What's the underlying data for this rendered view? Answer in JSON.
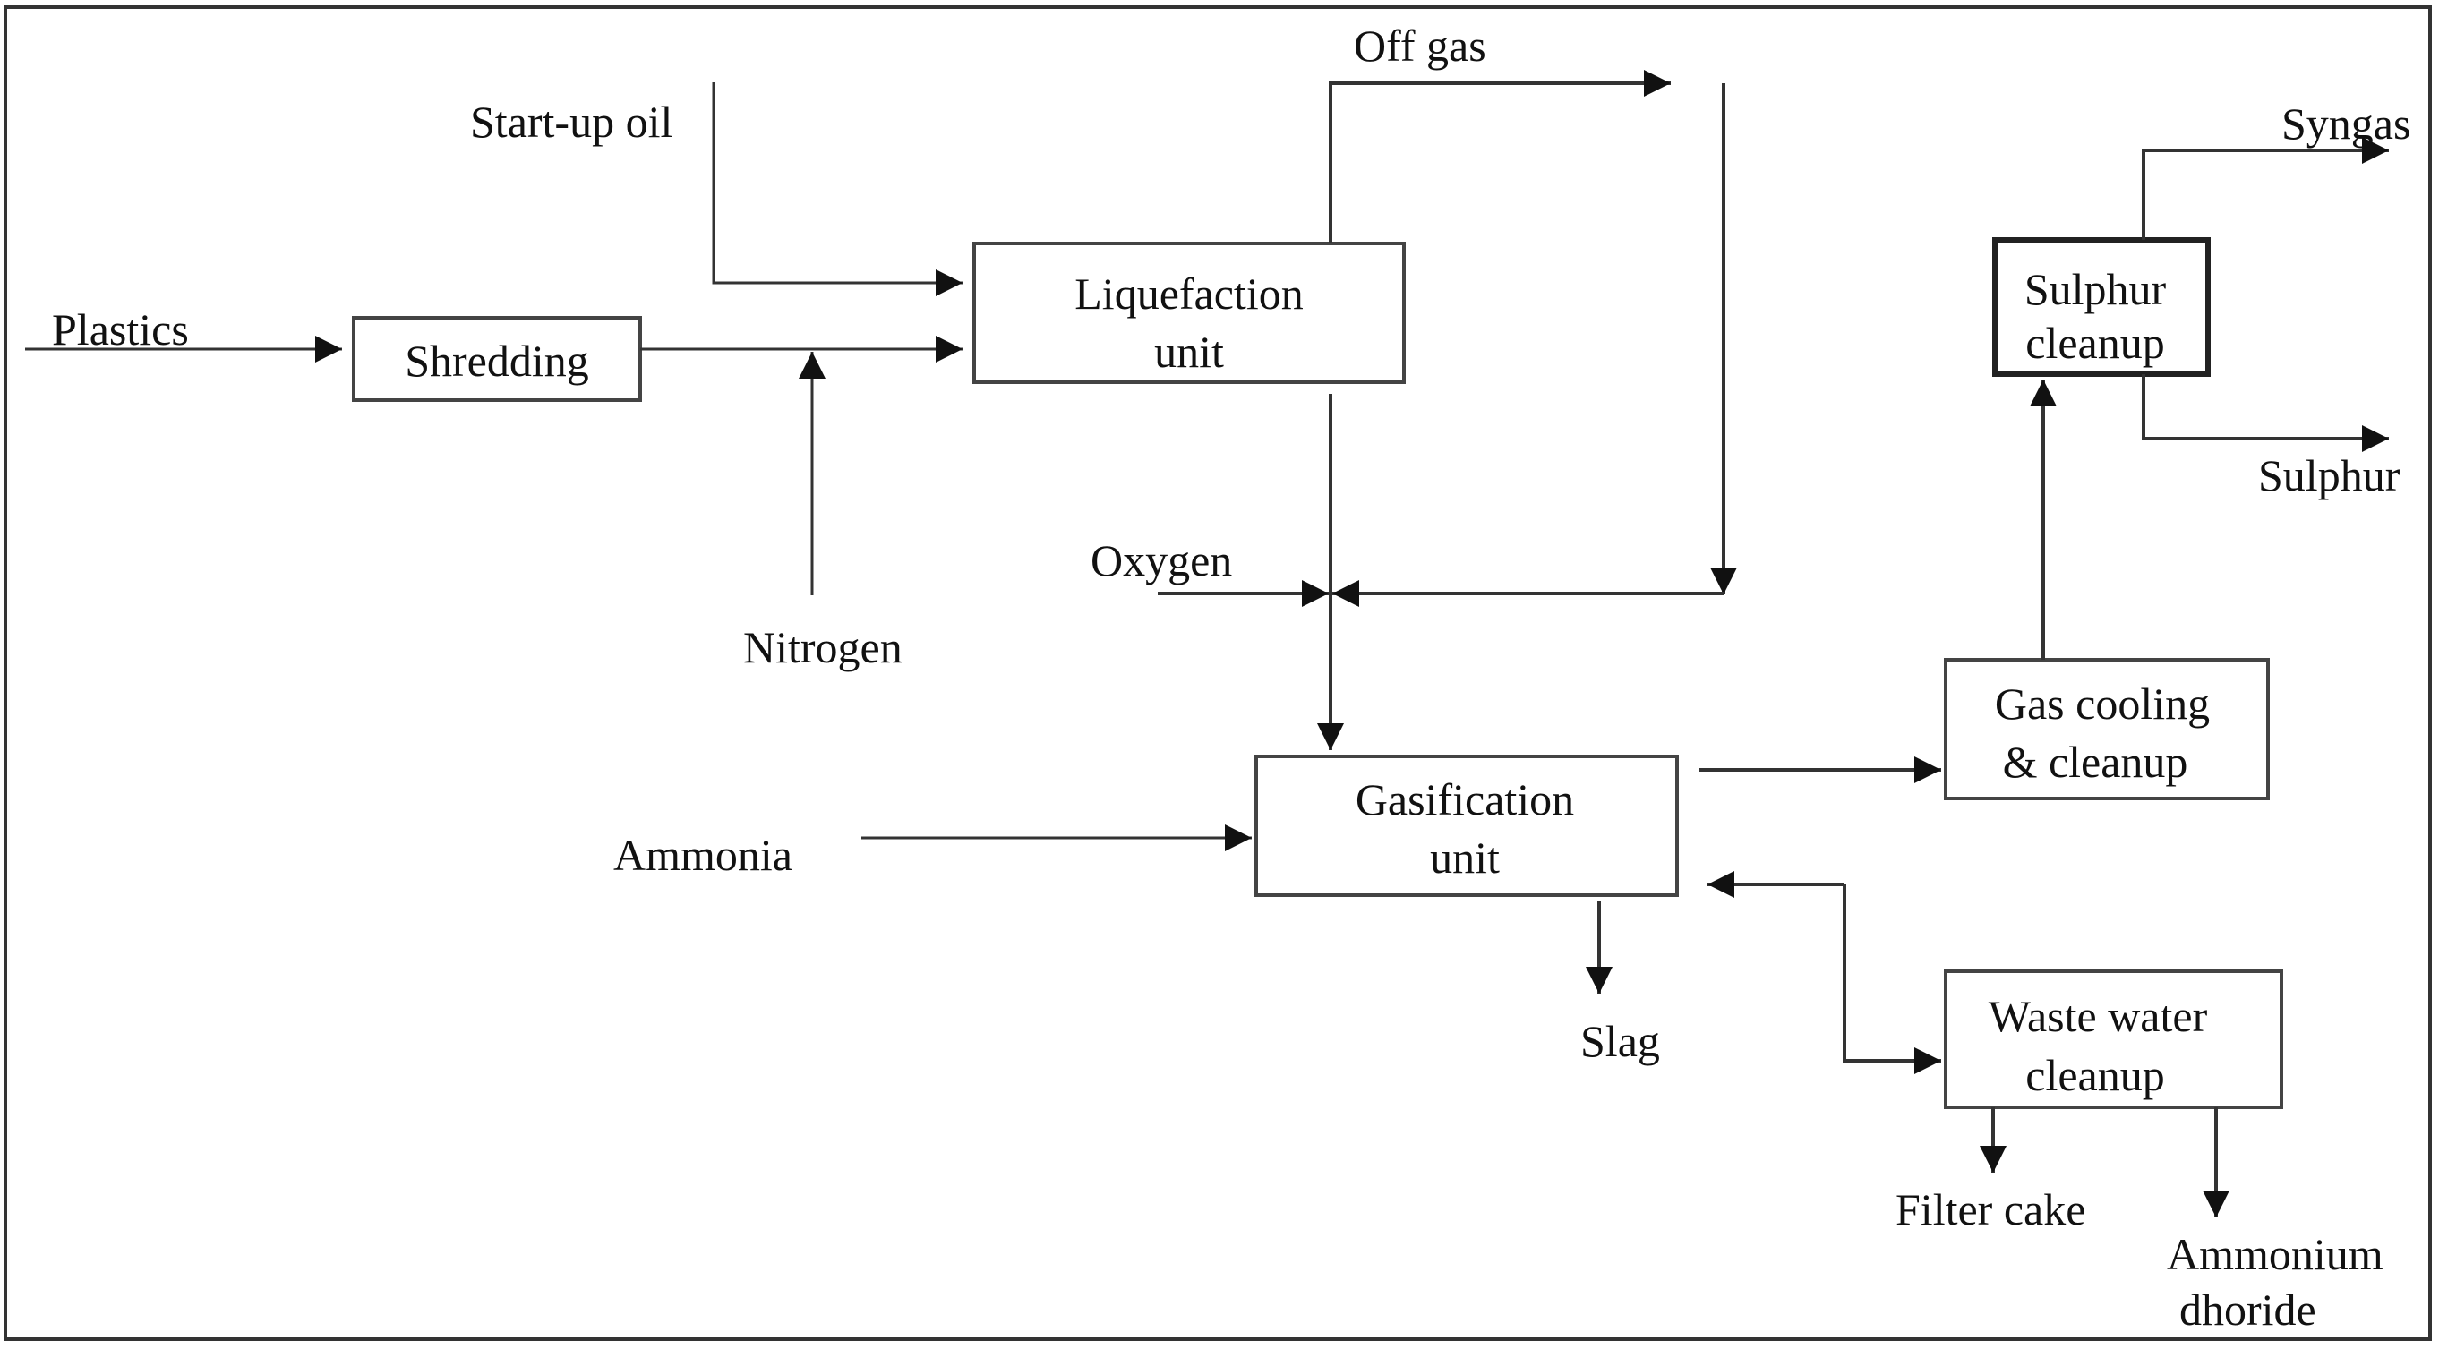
{
  "diagram": {
    "boxes": {
      "shredding": "Shredding",
      "liquefaction_line1": "Liquefaction",
      "liquefaction_line2": "unit",
      "gasification_line1": "Gasification",
      "gasification_line2": "unit",
      "sulphur_cleanup_line1": "Sulphur",
      "sulphur_cleanup_line2": "cleanup",
      "gas_cooling_line1": "Gas cooling",
      "gas_cooling_line2": "& cleanup",
      "waste_water_line1": "Waste water",
      "waste_water_line2": "cleanup"
    },
    "streams": {
      "plastics": "Plastics",
      "startup_oil": "Start-up oil",
      "nitrogen": "Nitrogen",
      "off_gas": "Off gas",
      "oxygen": "Oxygen",
      "ammonia": "Ammonia",
      "slag": "Slag",
      "syngas": "Syngas",
      "sulphur": "Sulphur",
      "filter_cake": "Filter cake",
      "ammonium_line1": "Ammonium",
      "ammonium_line2": "dhoride"
    }
  }
}
